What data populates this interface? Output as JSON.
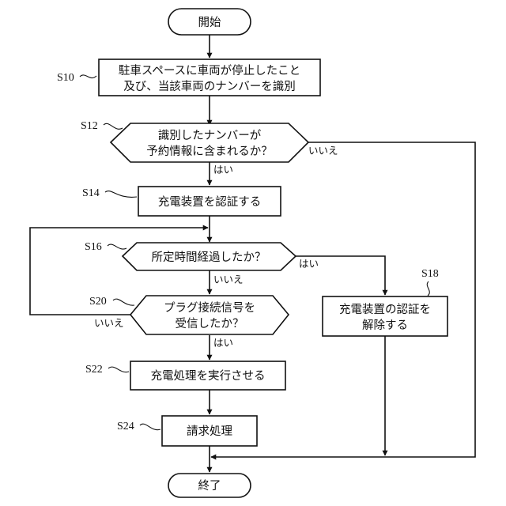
{
  "nodes": {
    "start": "開始",
    "s10_line1": "駐車スペースに車両が停止したこと",
    "s10_line2": "及び、当該車両のナンバーを識別",
    "s12_line1": "識別したナンバーが",
    "s12_line2": "予約情報に含まれるか？",
    "s14": "充電装置を認証する",
    "s16": "所定時間経過したか？",
    "s20_line1": "プラグ接続信号を",
    "s20_line2": "受信したか？",
    "s18_line1": "充電装置の認証を",
    "s18_line2": "解除する",
    "s22": "充電処理を実行させる",
    "s24": "請求処理",
    "end": "終了"
  },
  "step_labels": {
    "s10": "S10",
    "s12": "S12",
    "s14": "S14",
    "s16": "S16",
    "s18": "S18",
    "s20": "S20",
    "s22": "S22",
    "s24": "S24"
  },
  "branches": {
    "s12_yes": "はい",
    "s12_no": "いいえ",
    "s16_yes": "はい",
    "s16_no": "いいえ",
    "s20_yes": "はい",
    "s20_no": "いいえ"
  }
}
